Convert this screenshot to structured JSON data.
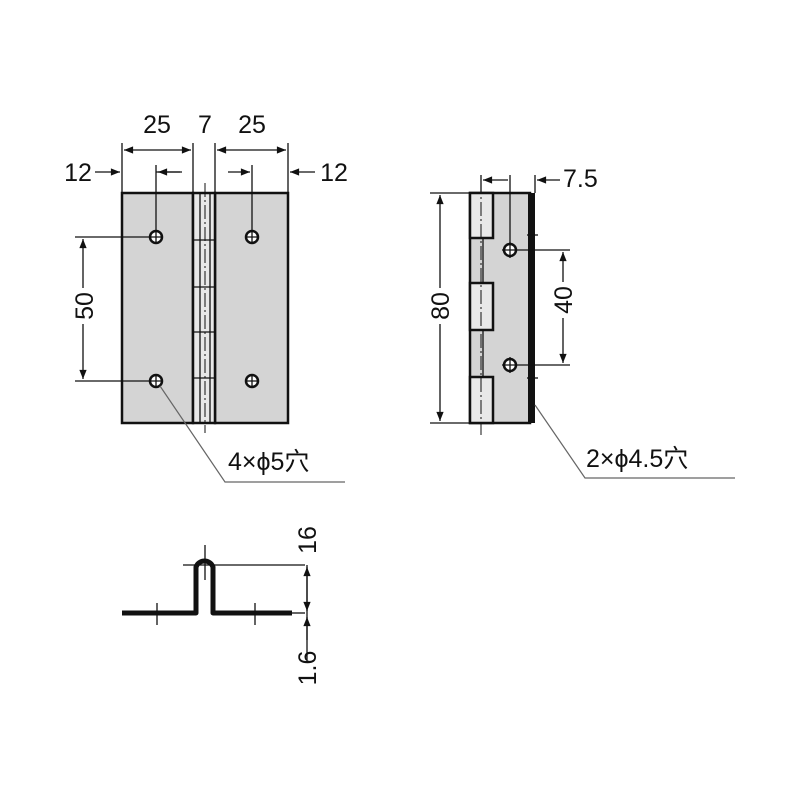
{
  "front_view": {
    "dim_left_leaf": "25",
    "dim_knuckle": "7",
    "dim_right_leaf": "25",
    "dim_left_hole_offset": "12",
    "dim_right_hole_offset": "12",
    "dim_hole_pitch": "50",
    "hole_note": "4×ϕ5穴"
  },
  "side_view": {
    "dim_height": "80",
    "dim_thickness": "7.5",
    "dim_hole_pitch": "40",
    "hole_note": "2×ϕ4.5穴"
  },
  "section_view": {
    "dim_height": "16",
    "dim_plate_thickness": "1.6"
  },
  "colors": {
    "plate_fill": "#d4d4d4",
    "line": "#111111"
  }
}
